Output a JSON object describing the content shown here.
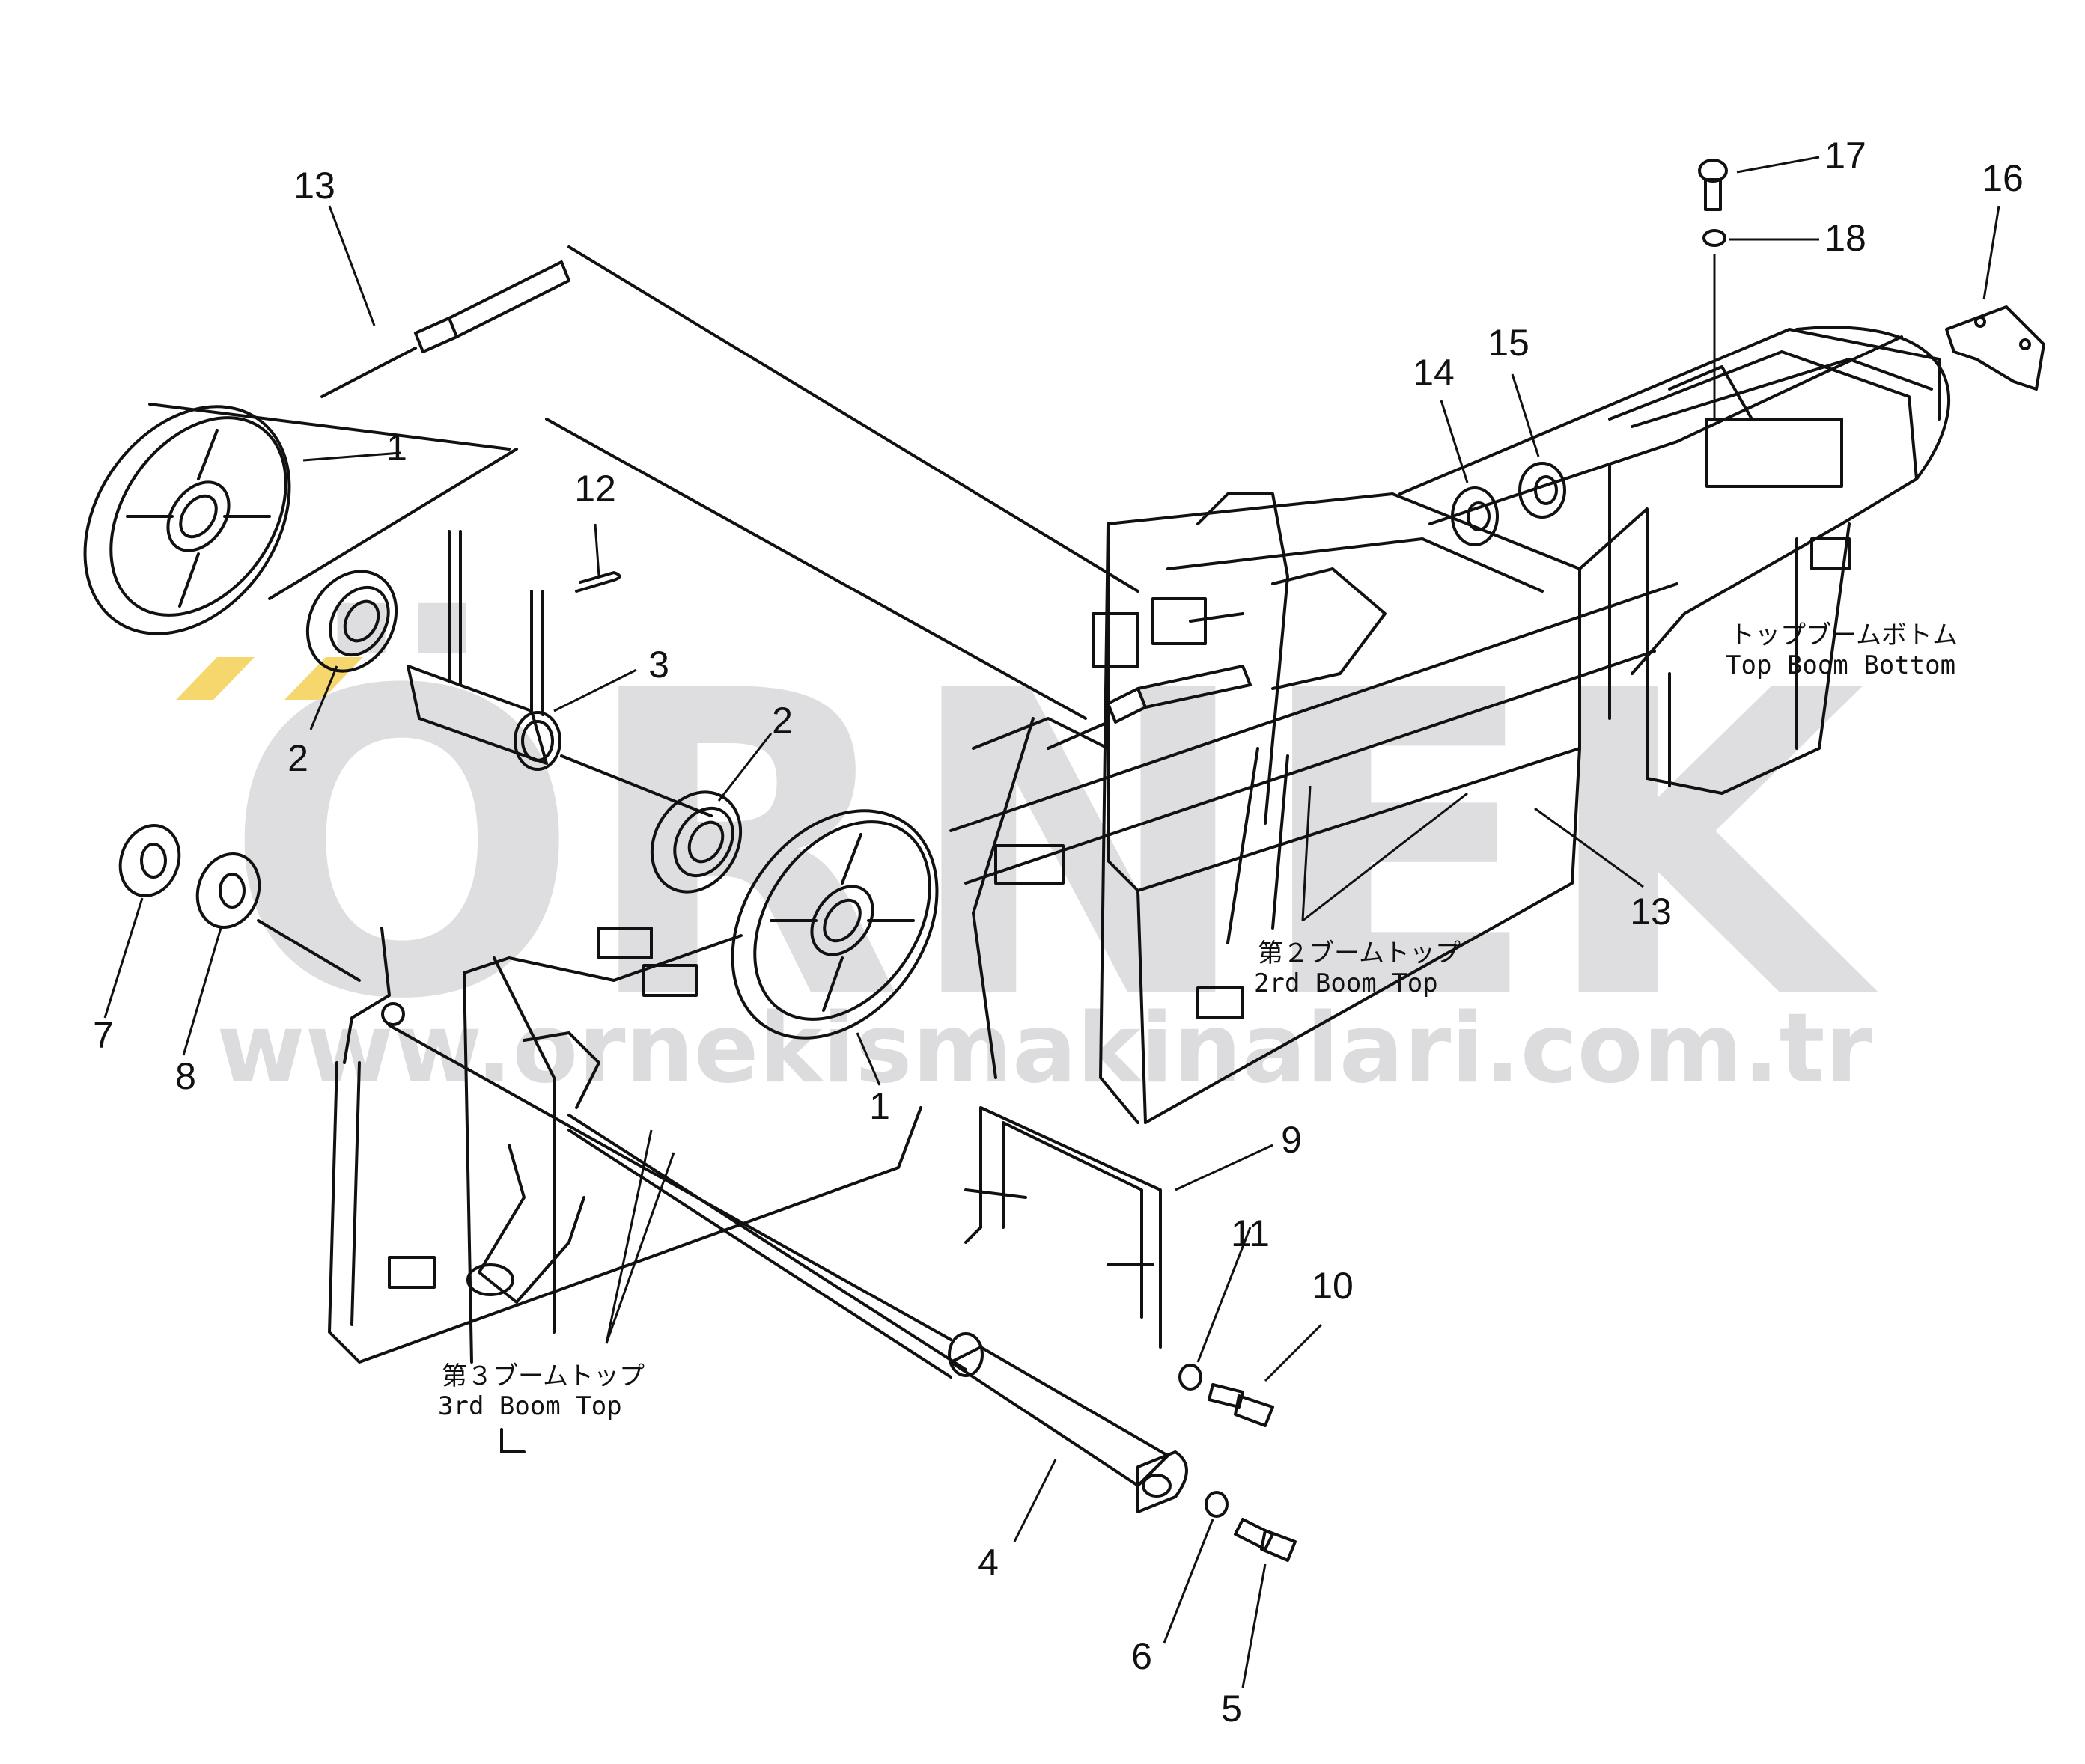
{
  "watermark": {
    "brand": "ÖRNEK",
    "url": "www.ornekismakinalari.com.tr",
    "brand_color": "#d9d9db",
    "accent_color": "#f5d76e"
  },
  "callouts": {
    "c1a": "1",
    "c1b": "1",
    "c2a": "2",
    "c2b": "2",
    "c3": "3",
    "c4": "4",
    "c5": "5",
    "c6": "6",
    "c7": "7",
    "c8": "8",
    "c9": "9",
    "c10": "10",
    "c11": "11",
    "c12": "12",
    "c13a": "13",
    "c13b": "13",
    "c14": "14",
    "c15": "15",
    "c16": "16",
    "c17": "17",
    "c18": "18"
  },
  "labels": {
    "top_boom_bottom_jp": "トップブームボトム",
    "top_boom_bottom_en": "Top Boom Bottom",
    "boom2_top_jp": "第２ブームトップ",
    "boom2_top_en": "2rd Boom Top",
    "boom3_top_jp": "第３ブームトップ",
    "boom3_top_en": "3rd Boom Top"
  },
  "colors": {
    "line": "#111111"
  }
}
